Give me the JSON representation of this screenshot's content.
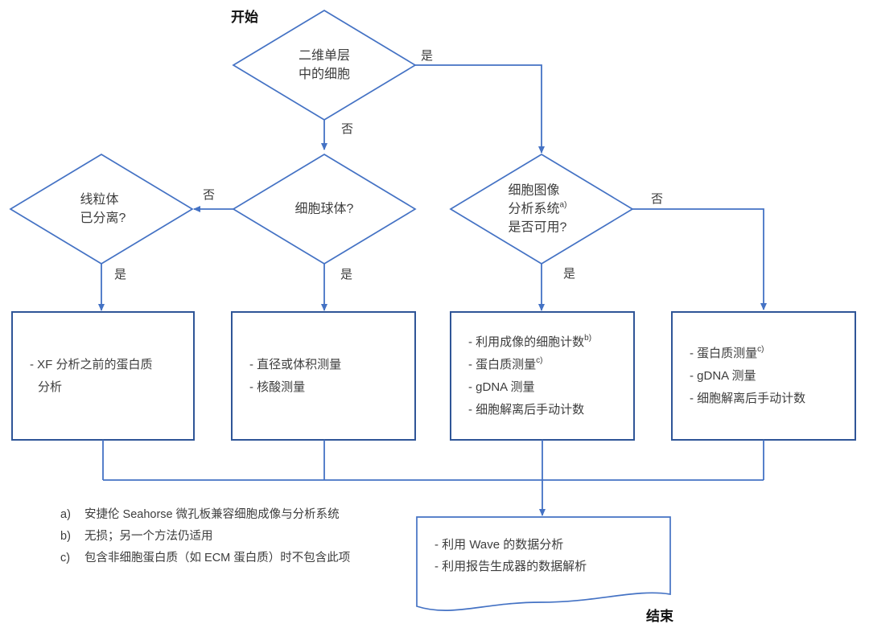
{
  "colors": {
    "edge_blue": "#4472C4",
    "box_border_blue": "#2F5597",
    "text_gray": "#3d3d3d",
    "terminal_black": "#111111"
  },
  "labels": {
    "start": "开始",
    "end": "结束",
    "yes": "是",
    "no": "否"
  },
  "nodes": {
    "d1": {
      "line1": "二维单层",
      "line2": "中的细胞"
    },
    "d2": {
      "line1": "线粒体",
      "line2": "已分离?"
    },
    "d3": {
      "line1": "细胞球体?"
    },
    "d4": {
      "line1": "细胞图像",
      "line2": "分析系统",
      "line2_sup": "a)",
      "line3": "是否可用?"
    },
    "r1": {
      "line1": "- XF 分析之前的蛋白质",
      "line2": "分析"
    },
    "r2": {
      "line1": "- 直径或体积测量",
      "line2": "- 核酸测量"
    },
    "r3": {
      "line1": "- 利用成像的细胞计数",
      "line1_sup": "b)",
      "line2": "- 蛋白质测量",
      "line2_sup": "c)",
      "line3": "- gDNA 测量",
      "line4": "- 细胞解离后手动计数"
    },
    "r4": {
      "line1": "- 蛋白质测量",
      "line1_sup": "c)",
      "line2": "- gDNA 测量",
      "line3": "- 细胞解离后手动计数"
    },
    "doc": {
      "line1": "- 利用 Wave 的数据分析",
      "line2": "- 利用报告生成器的数据解析"
    }
  },
  "footnotes": [
    {
      "marker": "a)",
      "text": "安捷伦 Seahorse 微孔板兼容细胞成像与分析系统"
    },
    {
      "marker": "b)",
      "text": "无损；另一个方法仍适用"
    },
    {
      "marker": "c)",
      "text": "包含非细胞蛋白质（如 ECM 蛋白质）时不包含此项"
    }
  ]
}
